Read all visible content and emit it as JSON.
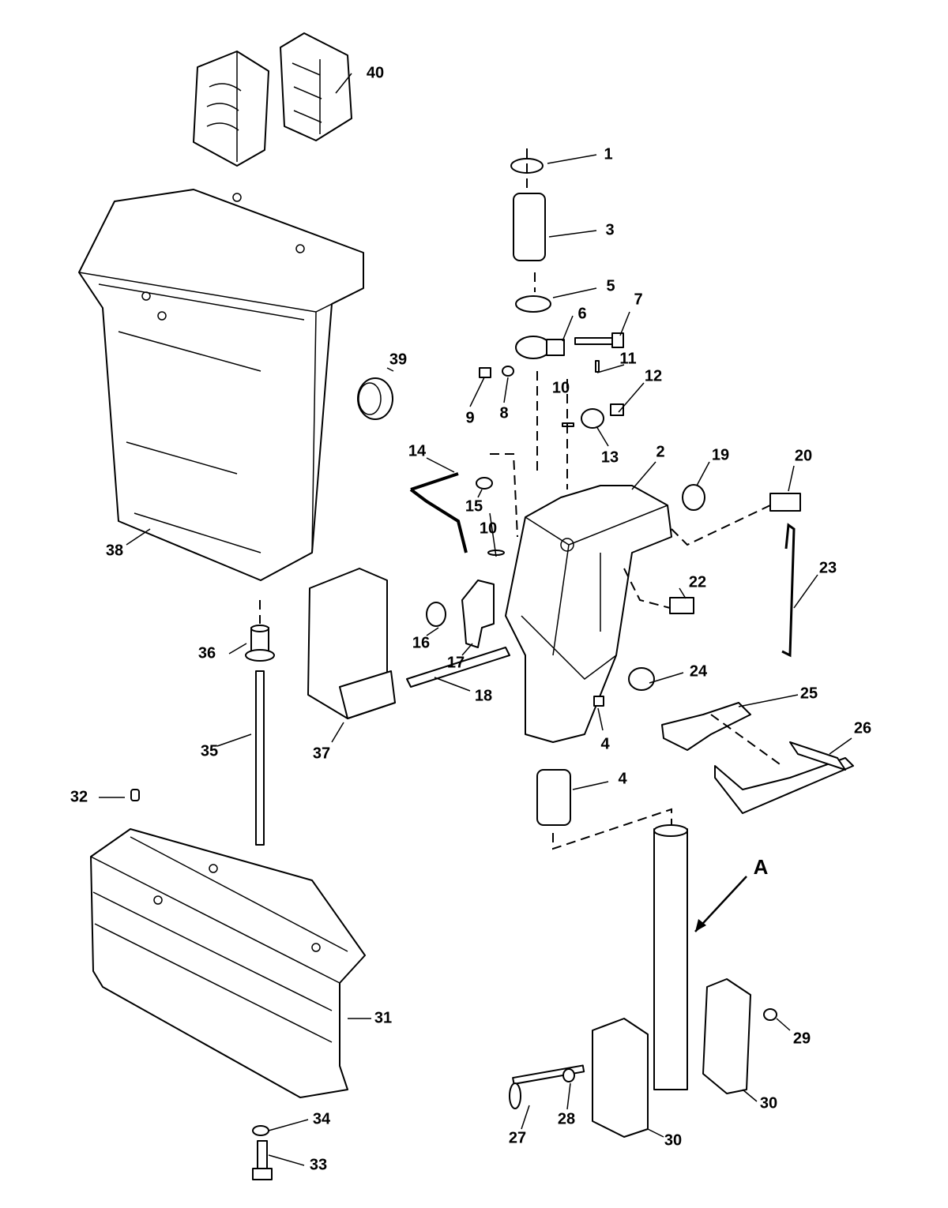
{
  "diagram": {
    "type": "exploded parts diagram",
    "labels": {
      "p1": "1",
      "p2": "2",
      "p3": "3",
      "p4a": "4",
      "p4b": "4",
      "p5": "5",
      "p6": "6",
      "p7": "7",
      "p8": "8",
      "p9": "9",
      "p10a": "10",
      "p10b": "10",
      "p11": "11",
      "p12": "12",
      "p13": "13",
      "p14": "14",
      "p15": "15",
      "p16": "16",
      "p17": "17",
      "p18": "18",
      "p19": "19",
      "p20": "20",
      "p22": "22",
      "p23": "23",
      "p24": "24",
      "p25": "25",
      "p26": "26",
      "p27": "27",
      "p28": "28",
      "p29": "29",
      "p30a": "30",
      "p30b": "30",
      "p31": "31",
      "p32": "32",
      "p33": "33",
      "p34": "34",
      "p35": "35",
      "p36": "36",
      "p37": "37",
      "p38": "38",
      "p39": "39",
      "p40": "40",
      "pA": "A"
    }
  }
}
